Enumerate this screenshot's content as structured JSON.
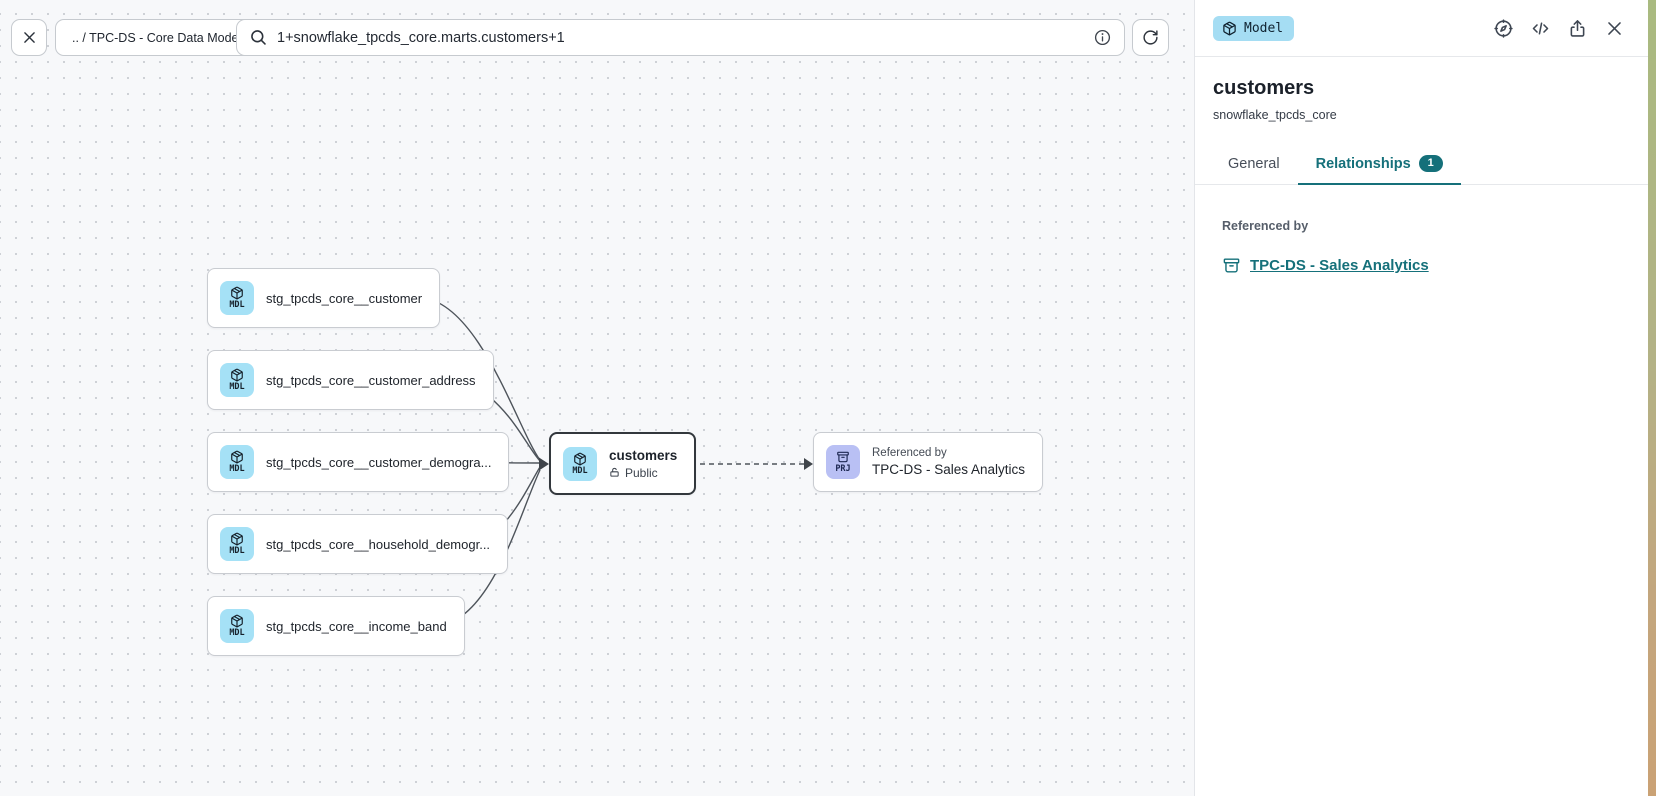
{
  "toolbar": {
    "breadcrumb": ".. / TPC-DS - Core Data Models",
    "search_value": "1+snowflake_tpcds_core.marts.customers+1"
  },
  "canvas": {
    "nodes": [
      {
        "type": "MDL",
        "label": "stg_tpcds_core__customer"
      },
      {
        "type": "MDL",
        "label": "stg_tpcds_core__customer_address"
      },
      {
        "type": "MDL",
        "label": "stg_tpcds_core__customer_demogra..."
      },
      {
        "type": "MDL",
        "label": "stg_tpcds_core__household_demogr..."
      },
      {
        "type": "MDL",
        "label": "stg_tpcds_core__income_band"
      }
    ],
    "selected_node": {
      "type": "MDL",
      "title": "customers",
      "access": "Public"
    },
    "referenced_node": {
      "type": "PRJ",
      "kicker": "Referenced by",
      "label": "TPC-DS - Sales Analytics"
    }
  },
  "panel": {
    "type_badge": "Model",
    "title": "customers",
    "subtitle": "snowflake_tpcds_core",
    "tabs": {
      "general": "General",
      "relationships": "Relationships",
      "relationships_count": "1"
    },
    "referenced_by_label": "Referenced by",
    "reference_link": "TPC-DS - Sales Analytics"
  },
  "colors": {
    "accent_teal": "#15707a",
    "model_icon_bg": "#a5e1f6",
    "project_icon_bg": "#b9c0f4",
    "model_badge_bg": "#a5ddf3",
    "canvas_bg": "#f7f8fa",
    "selected_node_border": "#33383d"
  }
}
